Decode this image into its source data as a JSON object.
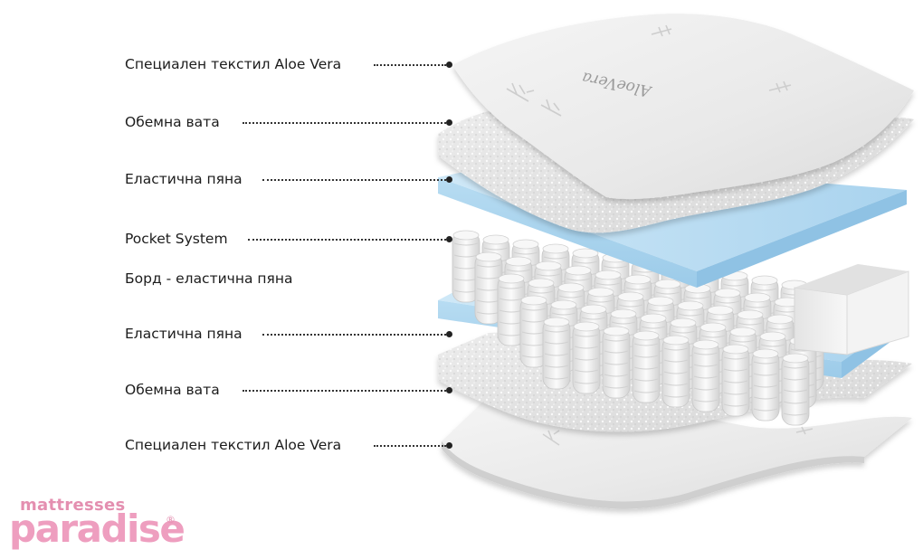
{
  "layers": [
    {
      "label": "Специален текстил Aloe Vera"
    },
    {
      "label": "Обемна вата"
    },
    {
      "label": "Еластична пяна"
    },
    {
      "label": "Pocket System"
    },
    {
      "label": "Борд - еластична пяна"
    },
    {
      "label": "Еластична пяна"
    },
    {
      "label": "Обемна вата"
    },
    {
      "label": "Специален текстил Aloe Vera"
    }
  ],
  "fabric_print": "AloeVera",
  "logo": {
    "line1": "mattresses",
    "line2": "paradise",
    "mark": "®"
  },
  "colors": {
    "fabric": "#ececec",
    "wadding": "#e2e2e2",
    "foam": "#bfe0f4",
    "spring": "#f4f4f4",
    "logo_pink": "#ee9ebf",
    "leader": "#333333"
  }
}
